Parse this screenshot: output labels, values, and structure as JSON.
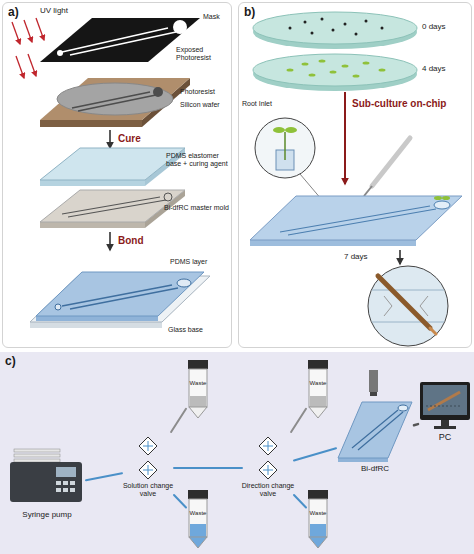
{
  "diagram": {
    "nodes": [
      {
        "text": [
          "a)"
        ]
      },
      {
        "text": [
          "b)"
        ]
      },
      {
        "text": [
          "c)"
        ]
      },
      {
        "text": [
          "Syringe pump"
        ],
        "in": 2
      },
      {
        "text": [
          "Solution change valve"
        ],
        "in": 2
      },
      {
        "text": [
          "Direction change valve"
        ],
        "in": 2
      },
      {
        "text": [
          "Waste"
        ],
        "in": 2
      },
      {
        "text": [
          "Waste"
        ],
        "in": 2
      },
      {
        "text": [
          "Waste"
        ],
        "in": 2
      },
      {
        "text": [
          "Waste"
        ],
        "in": 2
      },
      {
        "text": [
          "Bi-dfRC"
        ],
        "in": 2
      },
      {
        "text": [
          "PC"
        ],
        "in": 2
      }
    ],
    "edges": [
      {
        "from": 3,
        "to": 4,
        "arrow": "none"
      },
      {
        "from": 4,
        "to": 6,
        "arrow": "none"
      },
      {
        "from": 4,
        "to": 8,
        "arrow": "none"
      },
      {
        "from": 4,
        "to": 5,
        "arrow": "none"
      },
      {
        "from": 5,
        "to": 7,
        "arrow": "none"
      },
      {
        "from": 5,
        "to": 9,
        "arrow": "none"
      },
      {
        "from": 5,
        "to": 10,
        "arrow": "none"
      },
      {
        "from": 10,
        "to": 11,
        "arrow": "none"
      }
    ],
    "labels": [
      "UV light",
      "Mask",
      "Exposed Photoresist",
      "Photoresist",
      "Silicon wafer",
      "Cure",
      "PDMS elastomer base + curing agent",
      "Bi-dfRC master mold",
      "Bond",
      "PDMS layer",
      "Glass base",
      "0 days",
      "4 days",
      "Sub-culture on-chip",
      "Root Inlet",
      "7 days"
    ]
  }
}
